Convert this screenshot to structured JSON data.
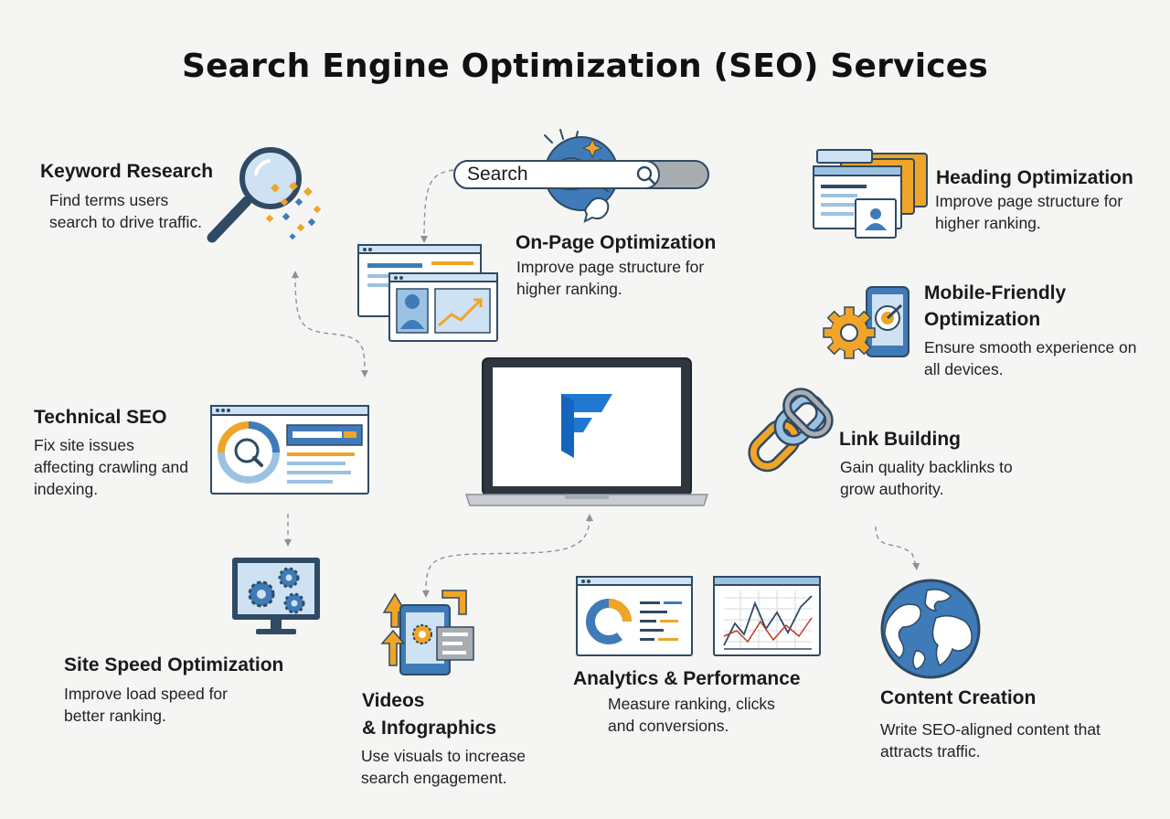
{
  "title": "Search Engine Optimization (SEO) Services",
  "search_bar": {
    "label": "Search"
  },
  "services": {
    "keyword_research": {
      "title": "Keyword Research",
      "desc": "Find terms users search to drive traffic."
    },
    "on_page": {
      "title": "On-Page Optimization",
      "desc": "Improve page structure for higher ranking."
    },
    "heading": {
      "title": "Heading Optimization",
      "desc": "Improve page structure for higher ranking."
    },
    "mobile": {
      "title_line1": "Mobile-Friendly",
      "title_line2": "Optimization",
      "desc": "Ensure smooth experience on all devices."
    },
    "technical": {
      "title": "Technical SEO",
      "desc": "Fix site issues affecting crawling and indexing."
    },
    "link_building": {
      "title": "Link Building",
      "desc": "Gain quality backlinks to grow authority."
    },
    "site_speed": {
      "title": "Site Speed Optimization",
      "desc": "Improve load speed for better ranking."
    },
    "videos": {
      "title_line1": "Videos",
      "title_line2": "& Infographics",
      "desc": "Use visuals to increase search engagement."
    },
    "analytics": {
      "title": "Analytics & Performance",
      "desc": "Measure ranking, clicks and conversions."
    },
    "content": {
      "title": "Content Creation",
      "desc": "Write SEO-aligned content that attracts traffic."
    }
  },
  "colors": {
    "blue": "#3f7bb8",
    "navy": "#2f4a63",
    "orange": "#f0a428",
    "light_blue": "#9cc2e3",
    "gray": "#a8adb2"
  },
  "icons": [
    "magnifier-icon",
    "search-bar-icon",
    "globe-icon",
    "web-pages-icon",
    "laptop-icon",
    "logo-icon",
    "browser-window-icon",
    "gear-icon",
    "phone-icon",
    "chain-link-icon",
    "monitor-gears-icon",
    "tablet-media-icon",
    "donut-chart-icon",
    "line-chart-icon",
    "world-globe-icon"
  ]
}
